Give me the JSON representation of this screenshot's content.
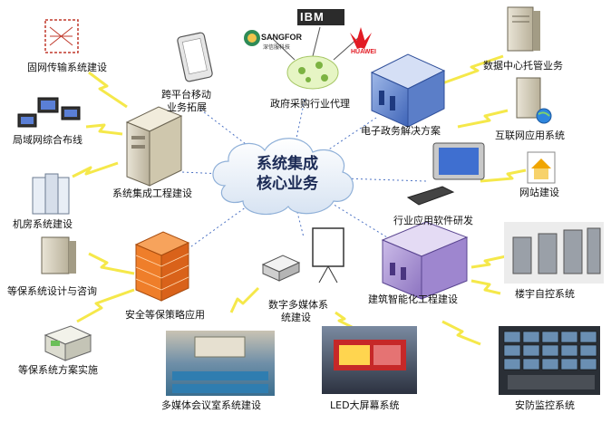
{
  "center": {
    "line1": "系统集成",
    "line2": "核心业务"
  },
  "brands": {
    "ibm": "IBM",
    "sangfor": "SANGFOR",
    "sangfor_sub": "深信服科技",
    "huawei": "HUAWEI"
  },
  "labels": {
    "fixed_network": "固网传输系统建设",
    "mobile_line1": "跨平台移动",
    "mobile_line2": "业务拓展",
    "gov_proc": "政府采购行业代理",
    "data_center": "数据中心托管业务",
    "lan": "局域网综合布线",
    "egov": "电子政务解决方案",
    "internet_app": "互联网应用系统",
    "sys_eng": "系统集成工程建设",
    "website": "网站建设",
    "machine_room": "机房系统建设",
    "industry_sw": "行业应用软件研发",
    "mlps_design": "等保系统设计与咨询",
    "gate": "楼宇自控系统",
    "building_line": "建筑智能化工程建设",
    "security_policy": "安全等保策略应用",
    "multimedia_line1": "数字多媒体系",
    "multimedia_line2": "统建设",
    "mlps_impl": "等保系统方案实施",
    "meeting_room": "多媒体会议室系统建设",
    "led": "LED大屏幕系统",
    "surveillance": "安防监控系统"
  }
}
